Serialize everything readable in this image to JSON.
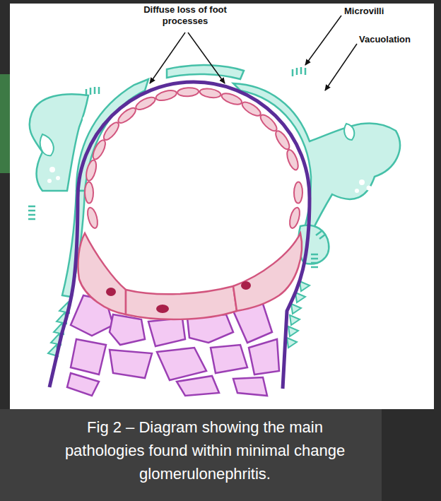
{
  "diagram": {
    "caption": "Fig 2 – Diagram showing the main pathologies found within minimal change glomerulonephritis.",
    "labels": [
      "Diffuse loss of foot processes",
      "Microvilli",
      "Vacuolation"
    ]
  }
}
